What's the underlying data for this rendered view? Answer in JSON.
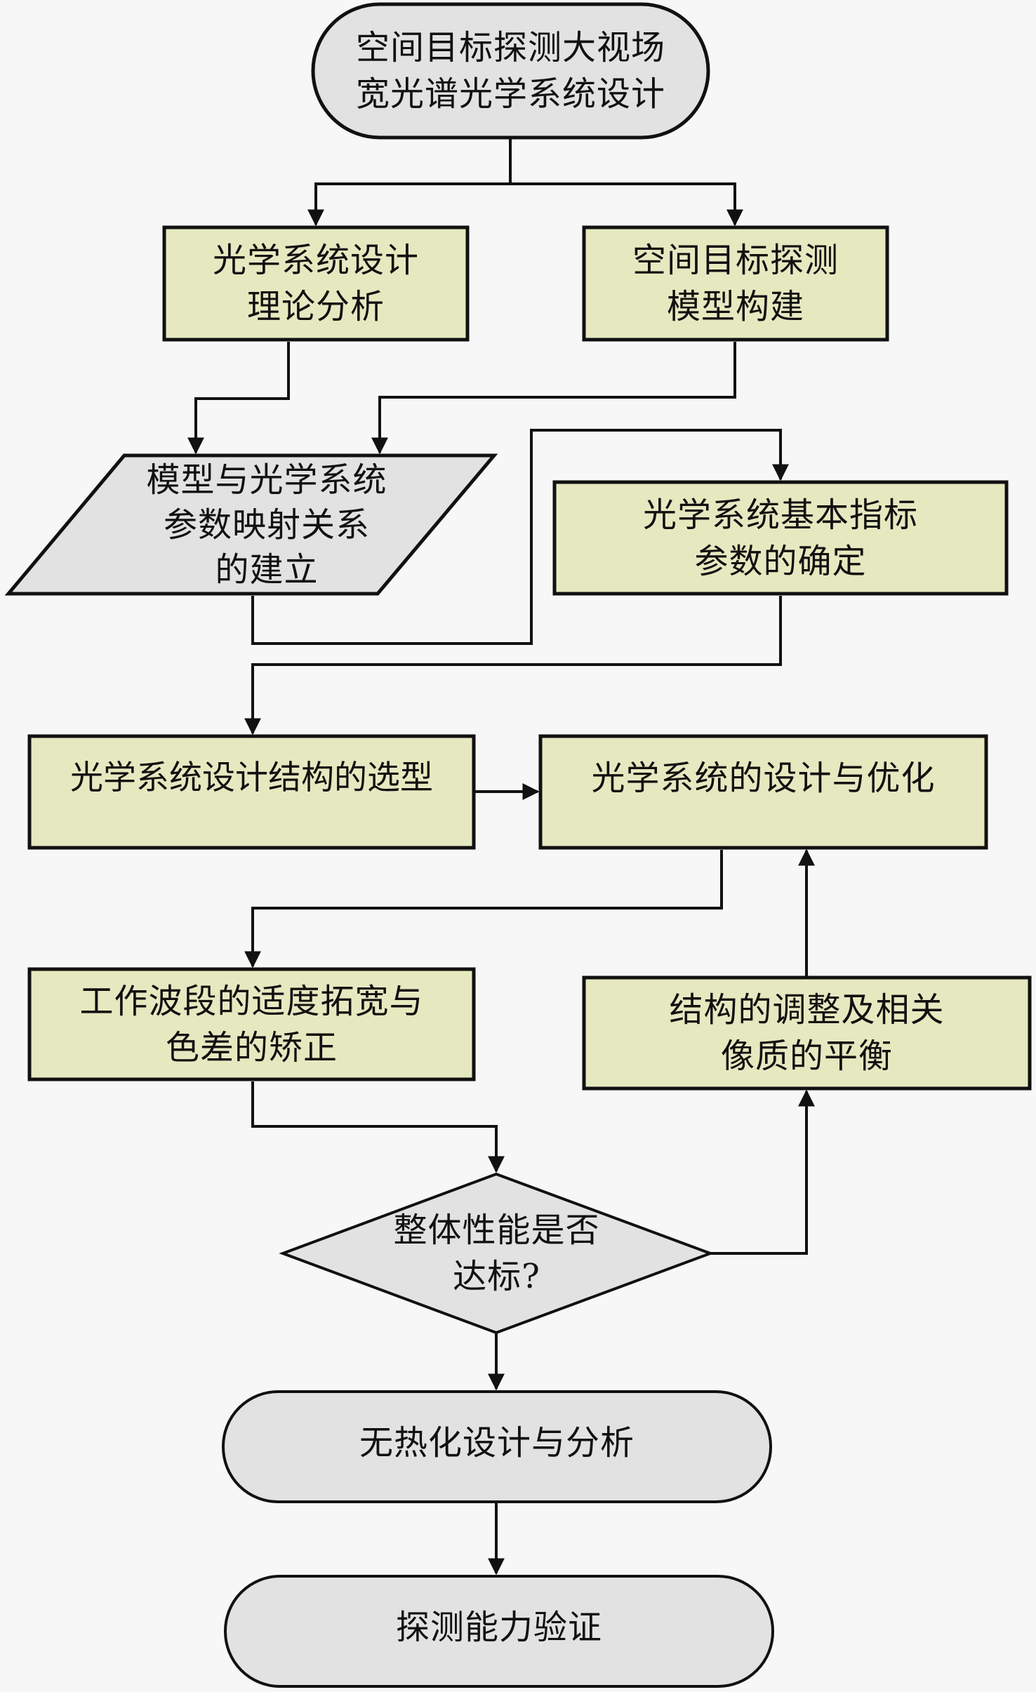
{
  "colors": {
    "box_fill": "#e6e9c0",
    "terminal_fill": "#e2e2e2",
    "stroke": "#111111",
    "background": "#f7f7f7"
  },
  "nodes": {
    "start": {
      "lines": [
        "空间目标探测大视场",
        "宽光谱光学系统设计"
      ]
    },
    "theory": {
      "lines": [
        "光学系统设计",
        "理论分析"
      ]
    },
    "model": {
      "lines": [
        "空间目标探测",
        "模型构建"
      ]
    },
    "mapping": {
      "lines": [
        "模型与光学系统",
        "参数映射关系",
        "的建立"
      ]
    },
    "params": {
      "lines": [
        "光学系统基本指标",
        "参数的确定"
      ]
    },
    "selection": {
      "lines": [
        "光学系统设计结构的选型"
      ]
    },
    "optimize": {
      "lines": [
        "光学系统的设计与优化"
      ]
    },
    "band": {
      "lines": [
        "工作波段的适度拓宽与",
        "色差的矫正"
      ]
    },
    "adjust": {
      "lines": [
        "结构的调整及相关",
        "像质的平衡"
      ]
    },
    "decision": {
      "lines": [
        "整体性能是否",
        "达标?"
      ]
    },
    "athermal": {
      "lines": [
        "无热化设计与分析"
      ]
    },
    "verify": {
      "lines": [
        "探测能力验证"
      ]
    }
  }
}
